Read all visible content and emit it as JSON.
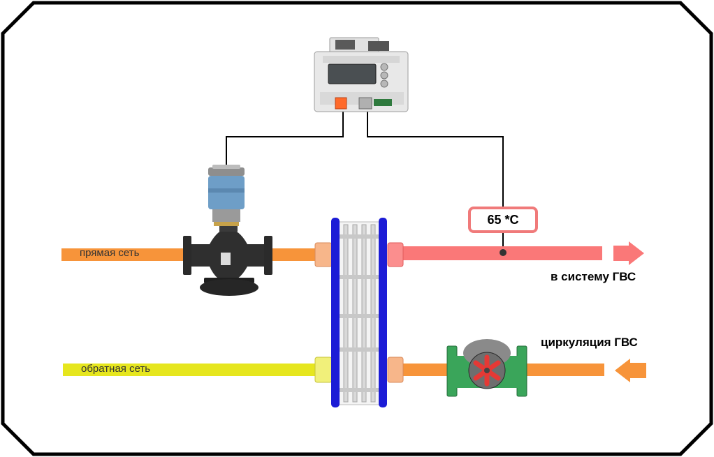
{
  "labels": {
    "supply": "прямая сеть",
    "return": "обратная сеть",
    "to_system": "в систему ГВС",
    "circulation": "циркуляция ГВС",
    "temperature": "65 *C"
  },
  "colors": {
    "frame": "#000000",
    "supply_pipe": "#f7943a",
    "return_pipe": "#e6e61e",
    "hot_pipe": "#fa7878",
    "hx_frame": "#1c1cd6",
    "pump_body": "#3aa55a",
    "pump_rotor": "#e53935",
    "valve_body": "#2b2b2b",
    "actuator": "#6e9ec7",
    "controller": "#e8e8e8",
    "terminal_orange": "#ff6a2a"
  },
  "icons": {
    "controller": "controller-icon",
    "valve": "valve-icon",
    "actuator": "actuator-icon",
    "heat_exchanger": "heat-exchanger-icon",
    "pump": "pump-icon",
    "sensor": "sensor-icon"
  }
}
